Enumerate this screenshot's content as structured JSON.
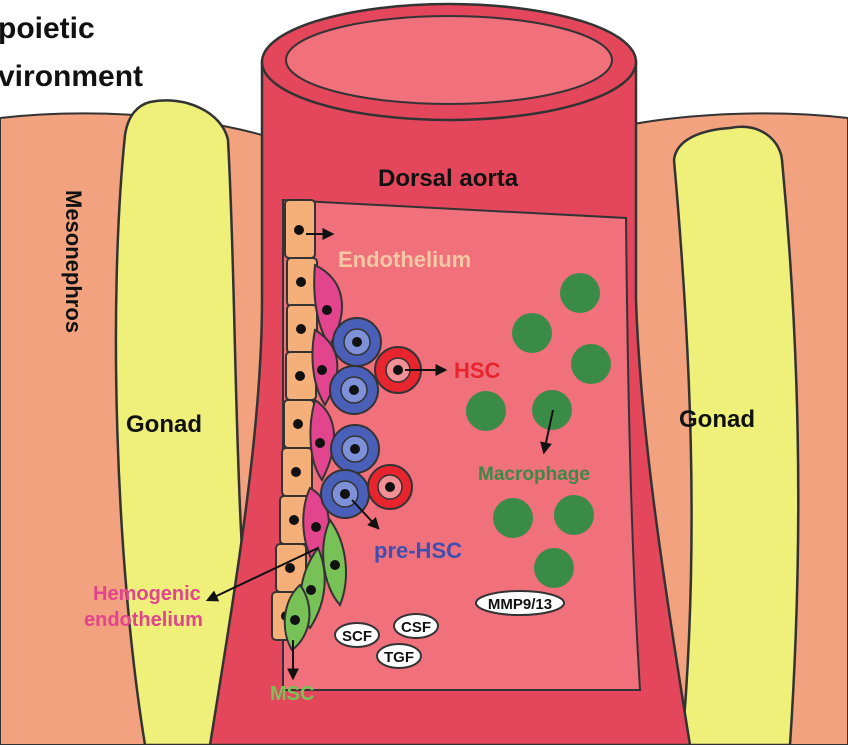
{
  "title_lines": [
    "poietic",
    "vironment"
  ],
  "labels": {
    "mesonephros": "Mesonephros",
    "gonad_left": "Gonad",
    "gonad_right": "Gonad",
    "dorsal_aorta": "Dorsal aorta",
    "endothelium": "Endothelium",
    "hsc": "HSC",
    "pre_hsc": "pre-HSC",
    "macrophage": "Macrophage",
    "hemogenic_line1": "Hemogenic",
    "hemogenic_line2": "endothelium",
    "msc": "MSC"
  },
  "factors": {
    "mmp": "MMP9/13",
    "scf": "SCF",
    "csf": "CSF",
    "tgf": "TGF"
  },
  "colors": {
    "mesonephros": "#f2a27e",
    "gonad": "#eef07a",
    "aorta": "#e4475c",
    "lumen": "#f0707c",
    "endothelium": "#f5b07a",
    "endothelium_text": "#f7c8a4",
    "hemogenic": "#e2448e",
    "pre_hsc": "#4a5fb8",
    "hsc": "#e8252e",
    "macrophage": "#3a8a48",
    "msc": "#78c157"
  }
}
